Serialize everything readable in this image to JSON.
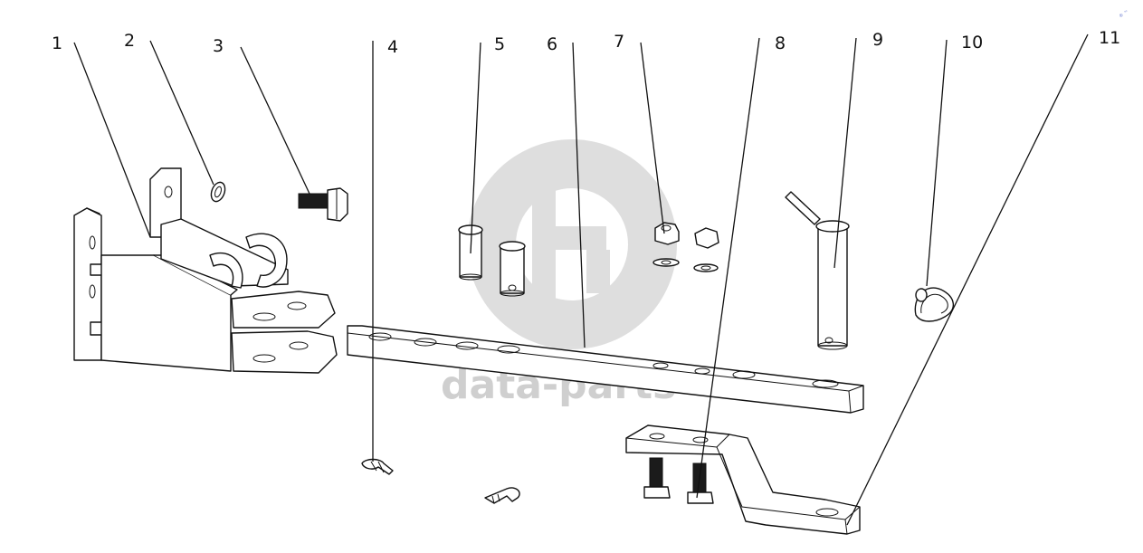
{
  "callouts": [
    "1",
    "2",
    "3",
    "4",
    "5",
    "6",
    "7",
    "8",
    "9",
    "10",
    "11"
  ],
  "watermark": {
    "text": "data-parts",
    "color": "#cfcfcf"
  },
  "corner_mark": "® ™"
}
